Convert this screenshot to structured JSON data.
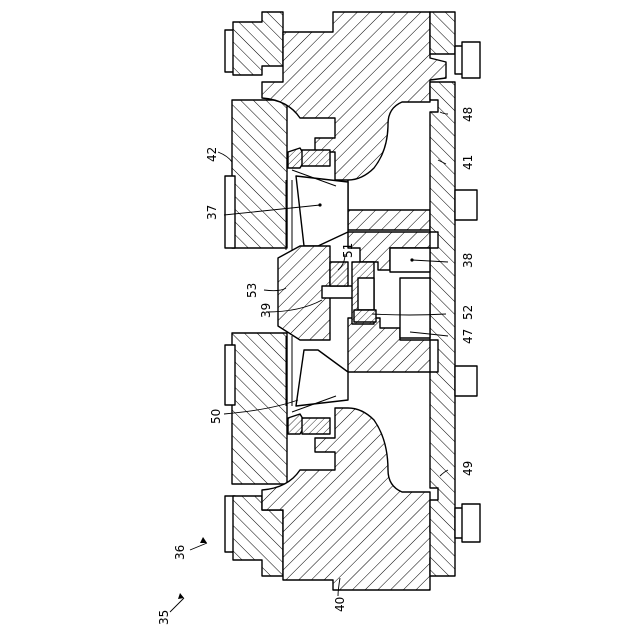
{
  "figure": {
    "labels": {
      "l35": "35",
      "l36": "36",
      "l37": "37",
      "l38": "38",
      "l39": "39",
      "l40": "40",
      "l41": "41",
      "l42": "42",
      "l47": "47",
      "l48": "48",
      "l49": "49",
      "l50": "50",
      "l51": "51",
      "l52": "52",
      "l53": "53"
    }
  }
}
